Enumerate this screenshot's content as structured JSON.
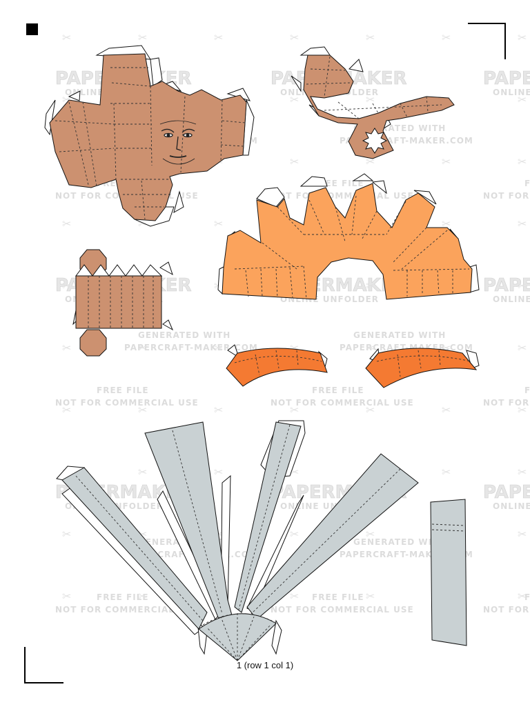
{
  "page": {
    "caption": "1 (row 1 col 1)"
  },
  "watermark": {
    "brand_prefix": "Paper",
    "brand_suffix": "Maker",
    "brand_sub": "ONLINE UNFOLDER",
    "generated_line1": "Generated with",
    "generated_line2": "papercraft-maker.com",
    "free_line1": "Free file",
    "free_line2": "not for commercial use",
    "icon": "scissors-icon"
  },
  "colors": {
    "skin": "#cc9170",
    "shirt_light": "#fba35c",
    "shirt_dark": "#f47a32",
    "pants": "#c9d1d3",
    "outline": "#111111",
    "fold_line": "#333333",
    "glue_tab": "#ffffff"
  },
  "marks": {
    "registration": "square",
    "corners": [
      "top-right",
      "bottom-left"
    ]
  }
}
